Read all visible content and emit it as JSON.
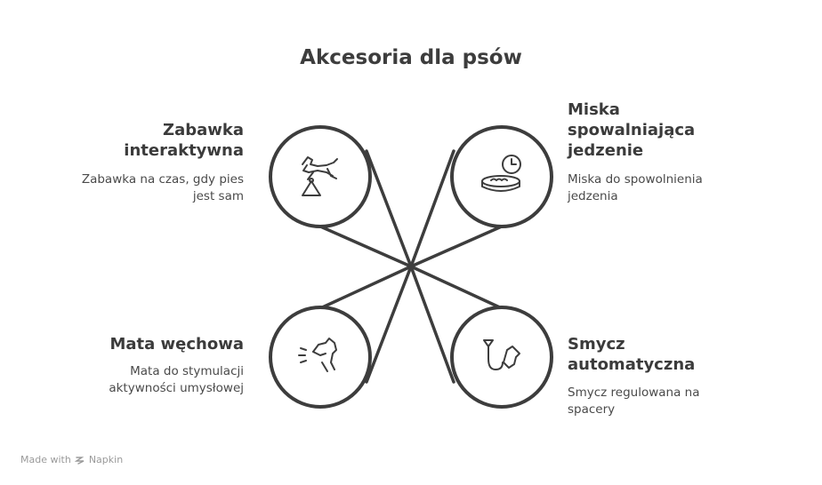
{
  "title": "Akcesoria dla psów",
  "items": [
    {
      "title": "Zabawka interaktywna",
      "desc": "Zabawka na czas, gdy pies jest sam",
      "icon": "dog-toy-icon"
    },
    {
      "title": "Miska spowalniająca jedzenie",
      "desc": "Miska do spowolnienia jedzenia",
      "icon": "slow-bowl-clock-icon"
    },
    {
      "title": "Mata węchowa",
      "desc": "Mata do stymulacji aktywności umysłowej",
      "icon": "sniffing-dog-icon"
    },
    {
      "title": "Smycz automatyczna",
      "desc": "Smycz regulowana na spacery",
      "icon": "retractable-leash-icon"
    }
  ],
  "footer": {
    "prefix": "Made with",
    "brand": "Napkin"
  },
  "colors": {
    "stroke": "#3d3d3d",
    "text": "#3a3a3a"
  }
}
